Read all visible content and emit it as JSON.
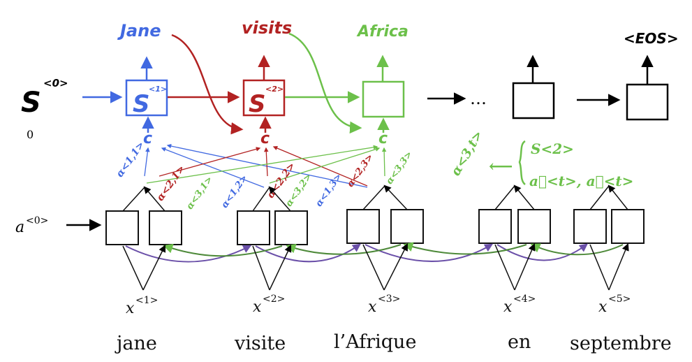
{
  "decoder": {
    "s0": "S",
    "s0_sup": "<0>",
    "init": "0",
    "outputs": [
      {
        "word": "Jane",
        "color": "#4169e1"
      },
      {
        "word": "visits",
        "color": "#b22222"
      },
      {
        "word": "Africa",
        "color": "#6cc04a"
      },
      {
        "word": "",
        "color": "#000000"
      },
      {
        "word": "<EOS>",
        "color": "#000000"
      }
    ],
    "states": [
      {
        "label": "S",
        "sup": "<1>"
      },
      {
        "label": "S",
        "sup": "<2>"
      },
      {
        "label": "",
        "sup": ""
      },
      {
        "label": "",
        "sup": ""
      },
      {
        "label": "",
        "sup": ""
      }
    ],
    "context": [
      "c",
      "c",
      "c"
    ],
    "ellipsis": "…"
  },
  "attention": {
    "blue": [
      "α<1,1>",
      "α<1,2>",
      "α<1,3>"
    ],
    "red": [
      "α<2,1>",
      "α<2,2>",
      "α<2,3>"
    ],
    "green": [
      "α<3,1>",
      "α<3,2>",
      "α<3,3>"
    ],
    "colors": {
      "blue": "#4169e1",
      "red": "#b22222",
      "green": "#6cc04a",
      "purple": "#6a4fa8"
    }
  },
  "annotation": {
    "alpha": "α<3,t>",
    "arrow": "⟵",
    "s_term": "S<2>",
    "a_terms": "a⃗<t>, a⃖<t>"
  },
  "encoder": {
    "a0": "a",
    "a0_sup": "<0>",
    "inputs": [
      {
        "x": "x",
        "sup": "<1>",
        "word": "jane"
      },
      {
        "x": "x",
        "sup": "<2>",
        "word": "visite"
      },
      {
        "x": "x",
        "sup": "<3>",
        "word": "l’Afrique"
      },
      {
        "x": "x",
        "sup": "<4>",
        "word": "en"
      },
      {
        "x": "x",
        "sup": "<5>",
        "word": "septembre"
      }
    ]
  }
}
